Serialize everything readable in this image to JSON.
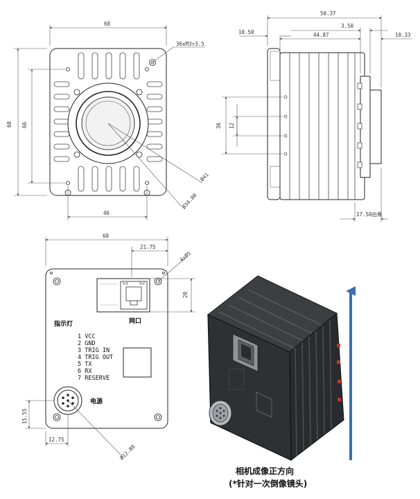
{
  "front_view": {
    "dim_width": "68",
    "dim_height": "68",
    "dim_hole_spacing_v": "66",
    "dim_hole_spacing_h": "46",
    "hole_note": "36xM3▽3.5",
    "dia_41": "Ø41",
    "dia_34": "Ø34.80"
  },
  "side_view": {
    "dim_total": "50.37",
    "dim_350": "3.50",
    "dim_4487": "44.87",
    "dim_1050": "10.50",
    "dim_1033": "10.33",
    "dim_36": "36",
    "dim_12": "12",
    "dim_back_focal": "17.50后焦"
  },
  "back_view": {
    "dim_width": "68",
    "dim_2175": "21.75",
    "dim_20": "20",
    "dim_4x05": "4xØ5",
    "dim_1555": "15.55",
    "dim_1275": "12.75",
    "dim_1280": "Ø12.80",
    "indicator_label": "指示灯",
    "network_label": "网口",
    "power_label": "电源",
    "pins": [
      "1  VCC",
      "2  GND",
      "3  TRIG IN",
      "4  TRIG OUT",
      "5  TX",
      "6  RX",
      "7  RESERVE"
    ]
  },
  "render": {
    "caption_line1": "相机成像正方向",
    "caption_line2": "(*针对一次倒像镜头)",
    "arrow_color": "#3a6fb0"
  }
}
